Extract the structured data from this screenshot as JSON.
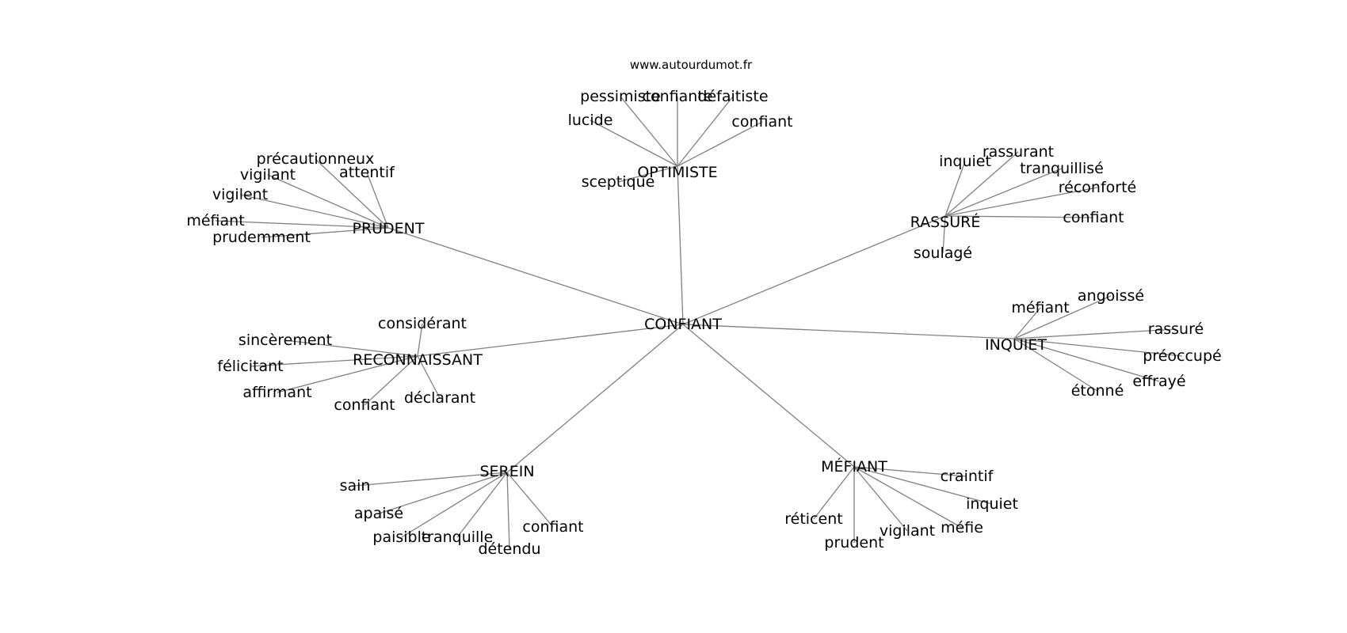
{
  "credit": "www.autourdumot.fr",
  "graph": {
    "center": "CONFIANT",
    "clusters": [
      {
        "id": "optimiste",
        "label": "OPTIMISTE",
        "leaves": [
          "pessimiste",
          "confiante",
          "défaitiste",
          "lucide",
          "confiant",
          "sceptique"
        ]
      },
      {
        "id": "prudent",
        "label": "PRUDENT",
        "leaves": [
          "précautionneux",
          "vigilant",
          "attentif",
          "vigilent",
          "méfiant",
          "prudemment"
        ]
      },
      {
        "id": "rassure",
        "label": "RASSURÉ",
        "leaves": [
          "inquiet",
          "rassurant",
          "tranquillisé",
          "réconforté",
          "confiant",
          "soulagé"
        ]
      },
      {
        "id": "inquiet",
        "label": "INQUIET",
        "leaves": [
          "méfiant",
          "angoissé",
          "rassuré",
          "préoccupé",
          "effrayé",
          "étonné"
        ]
      },
      {
        "id": "reconnaissant",
        "label": "RECONNAISSANT",
        "leaves": [
          "considérant",
          "sincèrement",
          "félicitant",
          "affirmant",
          "confiant",
          "déclarant"
        ]
      },
      {
        "id": "serein",
        "label": "SEREIN",
        "leaves": [
          "sain",
          "apaisé",
          "paisible",
          "tranquille",
          "détendu",
          "confiant"
        ]
      },
      {
        "id": "mefiant",
        "label": "MÉFIANT",
        "leaves": [
          "craintif",
          "inquiet",
          "méfie",
          "vigilant",
          "prudent",
          "réticent"
        ]
      }
    ]
  }
}
